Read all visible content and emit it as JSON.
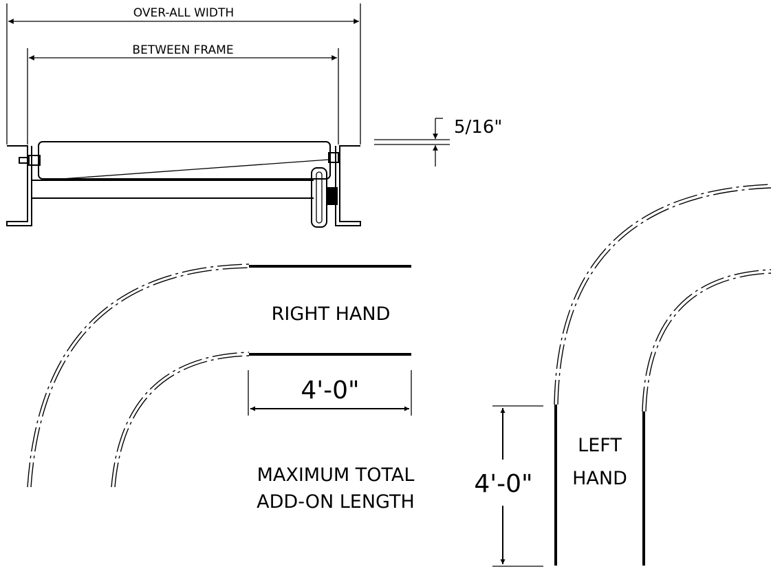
{
  "labels": {
    "overall_width": "OVER-ALL WIDTH",
    "between_frame": "BETWEEN FRAME",
    "gap_dimension": "5/16\"",
    "right_hand": "RIGHT HAND",
    "right_length": "4'-0\"",
    "max_total_line1": "MAXIMUM TOTAL",
    "max_total_line2": "ADD-ON LENGTH",
    "left_length": "4'-0\"",
    "left_line1": "LEFT",
    "left_line2": "HAND"
  }
}
